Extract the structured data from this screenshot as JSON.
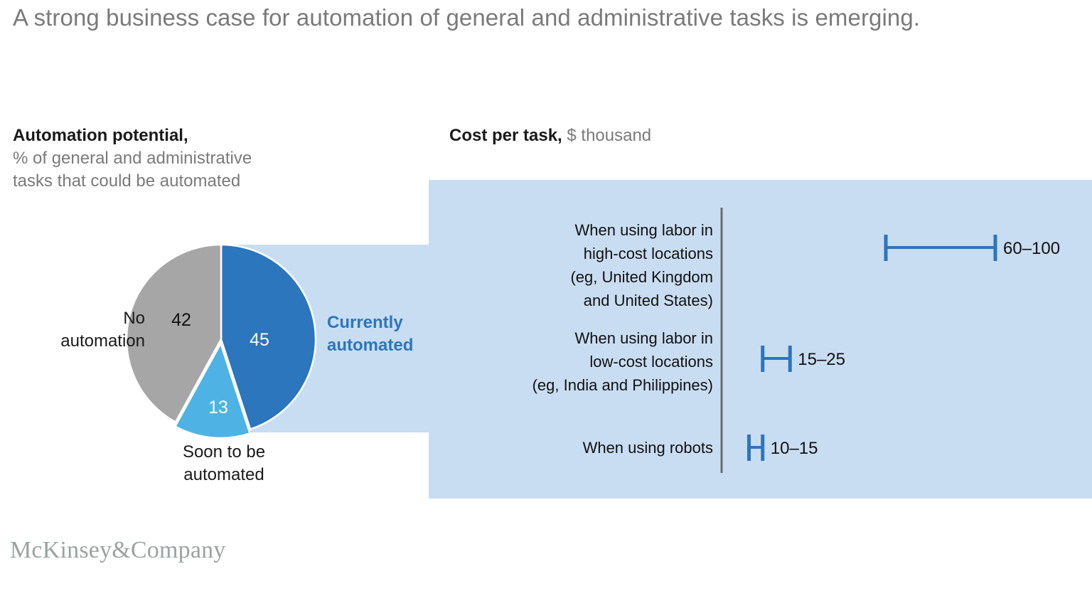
{
  "title": "A strong business case for automation of general and administrative tasks is emerging.",
  "left_panel": {
    "heading_bold": "Automation potential,",
    "heading_sub_line1": "% of general and administrative",
    "heading_sub_line2": "tasks that could be automated"
  },
  "right_panel": {
    "heading_bold": "Cost per task,",
    "heading_sub": " $ thousand"
  },
  "pie_labels": {
    "no_automation_line1": "No",
    "no_automation_line2": "automation",
    "soon_line1": "Soon to be",
    "soon_line2": "automated",
    "currently_line1": "Currently",
    "currently_line2": "automated"
  },
  "footer": {
    "logo": "McKinsey&Company"
  },
  "colors": {
    "dark_blue": "#2b76bd",
    "light_blue": "#4eb3e4",
    "gray": "#a6a6a6",
    "panel_bg": "#c9ddf2",
    "axis": "#6b6b6b",
    "title_gray": "#7a7a7a",
    "logo_gray": "#9aa3a2"
  },
  "chart_data": [
    {
      "type": "pie",
      "title": "Automation potential",
      "subtitle": "% of general and administrative tasks that could be automated",
      "unit": "%",
      "categories": [
        "Currently automated",
        "Soon to be automated",
        "No automation"
      ],
      "values": [
        45,
        13,
        42
      ],
      "slice_colors": [
        "#2b76bd",
        "#4eb3e4",
        "#a6a6a6"
      ],
      "value_labels": [
        "45",
        "13",
        "42"
      ],
      "start_angle_deg": 0,
      "direction": "clockwise",
      "exploded_slice": "Soon to be automated",
      "legend": "inline-labels"
    },
    {
      "type": "bar",
      "subtype": "range",
      "title": "Cost per task",
      "subtitle": "$ thousand",
      "xlabel": "$ thousand",
      "ylabel": "",
      "xlim": [
        0,
        110
      ],
      "grid": false,
      "categories": [
        "When using labor in high-cost locations (eg, United Kingdom and United States)",
        "When using labor in low-cost locations (eg, India and Philippines)",
        "When using robots"
      ],
      "category_lines": [
        [
          "When using labor in",
          "high-cost locations",
          "(eg, United Kingdom",
          "and United States)"
        ],
        [
          "When using labor in",
          "low-cost locations",
          "(eg, India and Philippines)"
        ],
        [
          "When using robots"
        ]
      ],
      "ranges": [
        {
          "low": 60,
          "high": 100,
          "label": "60–100"
        },
        {
          "low": 15,
          "high": 25,
          "label": "15–25"
        },
        {
          "low": 10,
          "high": 15,
          "label": "10–15"
        }
      ],
      "series_color": "#2b76bd"
    }
  ]
}
